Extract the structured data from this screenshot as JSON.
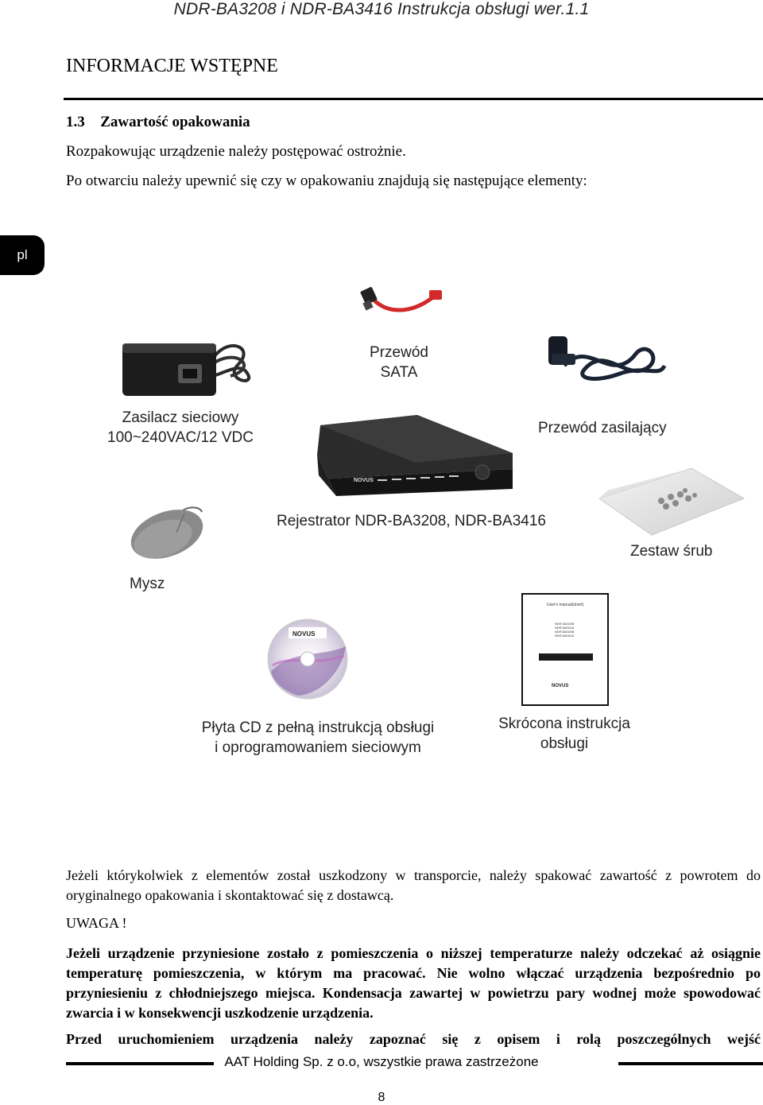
{
  "header": {
    "title": "NDR-BA3208 i NDR-BA3416 Instrukcja obsługi wer.1.1"
  },
  "section": {
    "title": "INFORMACJE WSTĘPNE"
  },
  "subsection": {
    "number": "1.3",
    "title": "Zawartość opakowania"
  },
  "intro": {
    "line1": "Rozpakowując urządzenie należy postępować ostrożnie.",
    "line2": "Po otwarciu należy upewnić się czy w opakowaniu znajdują się następujące elementy:"
  },
  "lang_tab": "pl",
  "items": {
    "sata": {
      "line1": "Przewód",
      "line2": "SATA"
    },
    "psu": {
      "line1": "Zasilacz sieciowy",
      "line2": "100~240VAC/12 VDC"
    },
    "power_cable": {
      "line1": "Przewód zasilający"
    },
    "recorder": {
      "line1": "Rejestrator NDR-BA3208, NDR-BA3416"
    },
    "screws": {
      "line1": "Zestaw śrub"
    },
    "mouse": {
      "line1": "Mysz"
    },
    "cd": {
      "line1": "Płyta CD z pełną instrukcją obsługi",
      "line2": "i oprogramowaniem sieciowym"
    },
    "manual": {
      "line1": "Skrócona instrukcja",
      "line2": "obsługi"
    }
  },
  "device_brand": "NOVUS",
  "manual_cover": {
    "title": "User's manual(short)",
    "models": [
      "NDR-BA3208",
      "NDR-BA3416",
      "NDR-BA3208",
      "NDR-BA3416"
    ]
  },
  "body": {
    "damage_notice": "Jeżeli którykolwiek z elementów został uszkodzony w transporcie, należy spakować zawartość z powrotem do oryginalnego opakowania i skontaktować się z dostawcą.",
    "warning_heading": "UWAGA !",
    "warning_text": "Jeżeli urządzenie przyniesione zostało z pomieszczenia o niższej temperaturze należy odczekać aż osiągnie temperaturę pomieszczenia, w którym ma pracować. Nie wolno włączać urządzenia bezpośrednio po przyniesieniu z chłodniejszego miejsca. Kondensacja zawartej w powietrzu pary wodnej może spowodować zwarcia i w konsekwencji uszkodzenie urządzenia.",
    "last_line": "Przed uruchomieniem urządzenia należy zapoznać się z opisem i rolą poszczególnych wejść"
  },
  "footer": {
    "text": "AAT Holding Sp. z o.o, wszystkie prawa zastrzeżone",
    "page": "8"
  }
}
